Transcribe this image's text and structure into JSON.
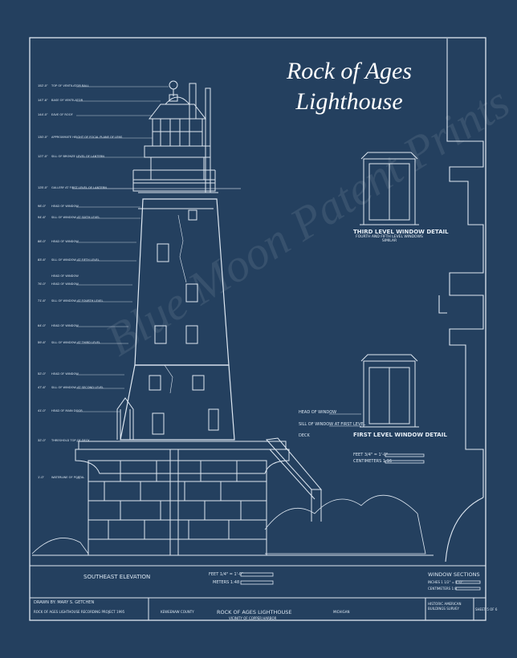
{
  "title": {
    "line1": "Rock of Ages",
    "line2": "Lighthouse"
  },
  "watermark": "Blue Moon Patent Prints",
  "elevation_labels": [
    "TOP OF VENTILATOR BALL",
    "BASE OF VENTILATOR",
    "EAVE OF ROOF",
    "APPROXIMATE HEIGHT OF FOCAL PLANE OF LENS",
    "SILL OF BRONZE LEVEL OF LANTERN",
    "GALLERY AT FIRST LEVEL OF LANTERN",
    "HEAD OF WINDOW",
    "SILL OF WINDOW AT SIXTH LEVEL",
    "HEAD OF WINDOW",
    "SILL OF WINDOW AT FIFTH LEVEL",
    "HEAD OF WINDOW",
    "HEAD OF WINDOW",
    "SILL OF WINDOW AT FOURTH LEVEL",
    "HEAD OF WINDOW",
    "SILL OF WINDOW AT THIRD LEVEL",
    "HEAD OF WINDOW",
    "SILL OF WINDOW AT SECOND LEVEL",
    "HEAD OF MAIN DOOR",
    "THRESHOLD TOP OF DECK",
    "WATERLINE OF PORTAL"
  ],
  "window_details": {
    "third": {
      "title": "THIRD LEVEL WINDOW DETAIL",
      "sub": "FOURTH AND FIFTH LEVEL WINDOWS SIMILAR"
    },
    "first": {
      "title": "FIRST LEVEL WINDOW DETAIL",
      "head": "HEAD OF WINDOW",
      "sill": "SILL OF WINDOW AT FIRST LEVEL",
      "deck": "DECK",
      "scale_feet": "FEET 3/4\" = 1'-0\"",
      "scale_cm": "CENTIMETERS 1:16"
    }
  },
  "section_titles": {
    "elevation": "SOUTHEAST ELEVATION",
    "window_sections": "WINDOW SECTIONS",
    "elevation_scale_feet": "FEET 1/4\" = 1'-0\"",
    "elevation_scale_meters": "METERS 1:48",
    "ws_scale_inches": "INCHES 1 1/2\" = 1'-0\"",
    "ws_scale_cm": "CENTIMETERS 1:8"
  },
  "title_block": {
    "drawn_by": "DRAWN BY: MARY S. GETCHEN",
    "project": "ROCK OF AGES LIGHTHOUSE RECORDING PROJECT 1995",
    "name": "ROCK OF AGES LIGHTHOUSE",
    "vicinity": "VICINITY OF COPPER HARBOR",
    "county": "KEWEENAW COUNTY",
    "state": "MICHIGAN",
    "survey": "HISTORIC AMERICAN BUILDINGS SURVEY",
    "sheet": "SHEET 5 OF 6"
  },
  "colors": {
    "background": "#24405f",
    "line": "#dfe8f2"
  }
}
